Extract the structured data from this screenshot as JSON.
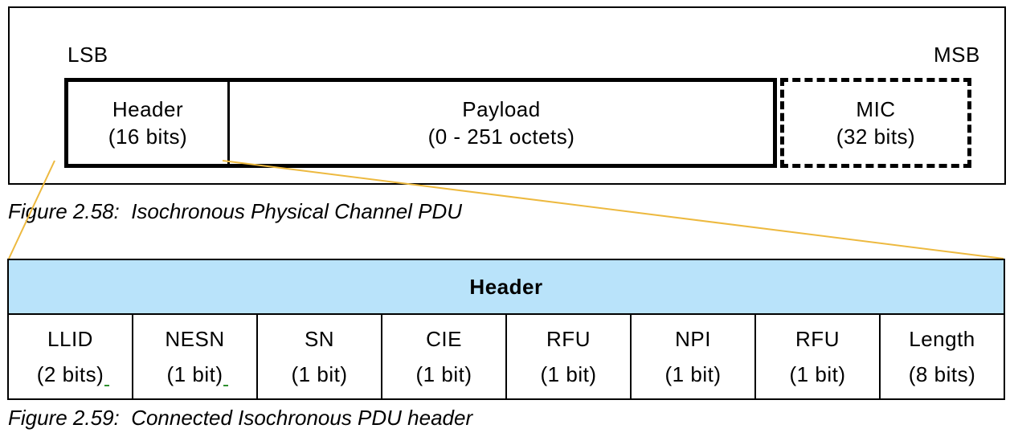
{
  "figure58": {
    "lsb_label": "LSB",
    "msb_label": "MSB",
    "fields": [
      {
        "name": "Header",
        "size": "(16 bits)"
      },
      {
        "name": "Payload",
        "size": "(0 - 251 octets)"
      },
      {
        "name": "MIC",
        "size": "(32 bits)"
      }
    ],
    "caption": "Figure 2.58:  Isochronous Physical Channel PDU"
  },
  "figure59": {
    "title": "Header",
    "fields": [
      {
        "name": "LLID",
        "size": "(2 bits)"
      },
      {
        "name": "NESN",
        "size": "(1 bit)"
      },
      {
        "name": "SN",
        "size": "(1 bit)"
      },
      {
        "name": "CIE",
        "size": "(1 bit)"
      },
      {
        "name": "RFU",
        "size": "(1 bit)"
      },
      {
        "name": "NPI",
        "size": "(1 bit)"
      },
      {
        "name": "RFU",
        "size": "(1 bit)"
      },
      {
        "name": "Length",
        "size": "(8 bits)"
      }
    ],
    "caption": "Figure 2.59:  Connected Isochronous PDU header"
  },
  "colors": {
    "table_header_bg": "#B9E3FA",
    "connector_line": "#EDB93F",
    "border": "#000000",
    "text": "#000000"
  }
}
